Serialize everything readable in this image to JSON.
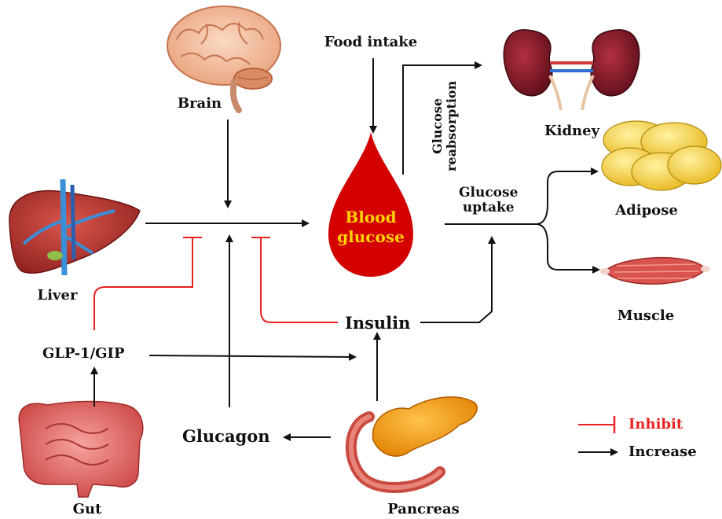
{
  "labels": {
    "brain": "Brain",
    "food_intake": "Food intake",
    "glucose_reabsorption": [
      "Glucose",
      "reabsorption"
    ],
    "kidney": "Kidney",
    "blood_glucose": [
      "Blood",
      "glucose"
    ],
    "glucose_uptake": [
      "Glucose",
      "uptake"
    ],
    "adipose": "Adipose",
    "muscle": "Muscle",
    "liver": "Liver",
    "insulin": "Insulin",
    "glp1_gip": "GLP-1/GIP",
    "glucagon": "Glucagon",
    "gut": "Gut",
    "pancreas": "Pancreas"
  },
  "legend": {
    "inhibit": "Inhibit",
    "increase": "Increase"
  },
  "colors": {
    "inhibit": "#e8201f",
    "increase": "#111111",
    "blood_drop": "#d40000",
    "blood_text": "#ffd200",
    "organ_red": "#c0392b",
    "adipose": "#f5d04a",
    "muscle": "#d9534f"
  },
  "icons": [
    "brain-icon",
    "kidney-icon",
    "liver-icon",
    "blood-drop-icon",
    "adipose-icon",
    "muscle-icon",
    "gut-icon",
    "pancreas-icon"
  ]
}
